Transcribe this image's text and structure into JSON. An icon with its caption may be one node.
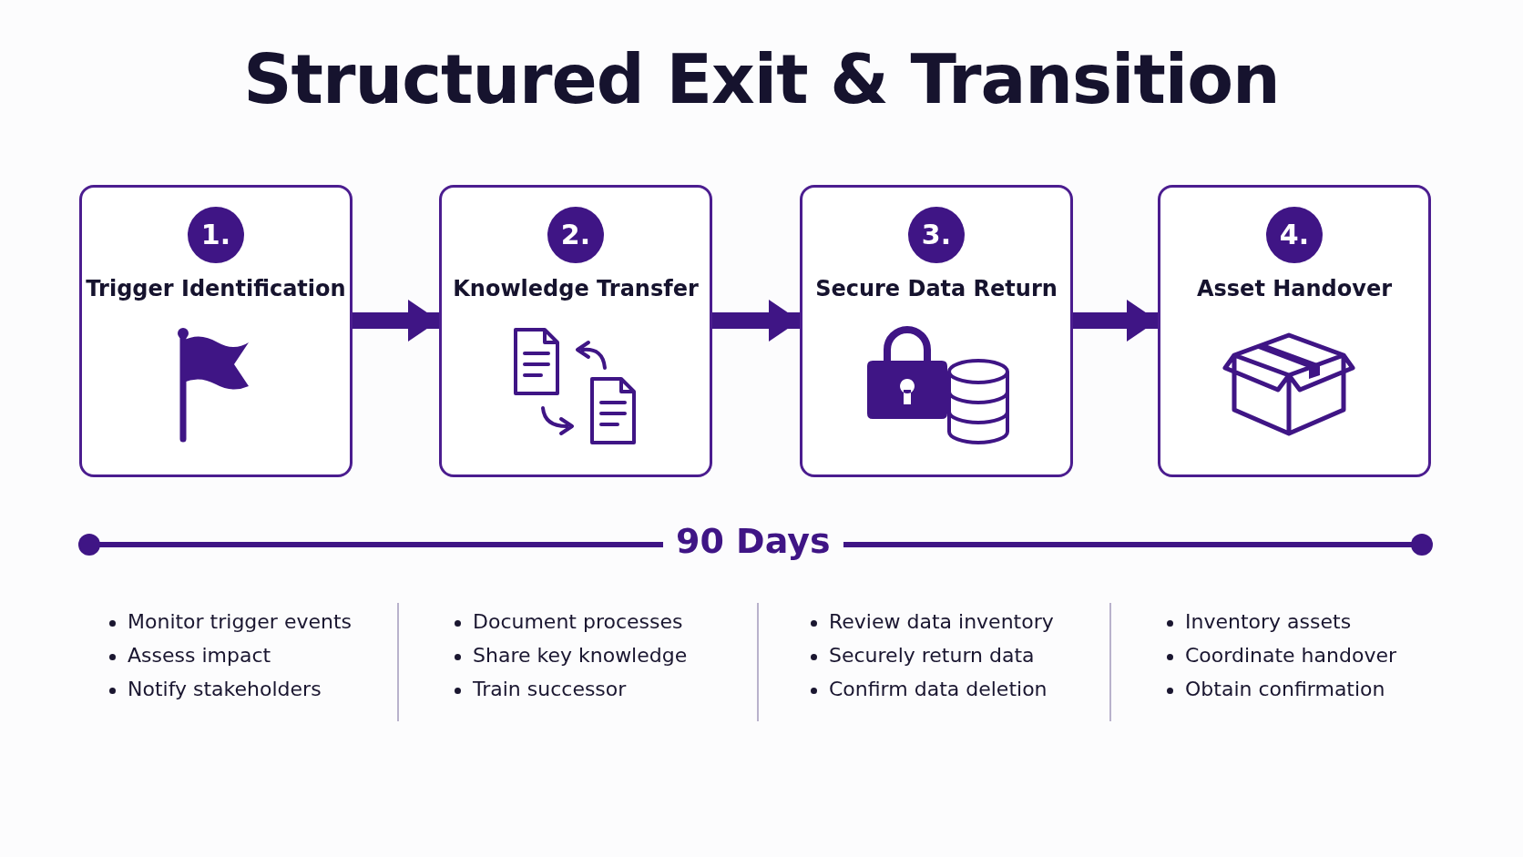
{
  "diagram": {
    "title": "Structured Exit & Transition",
    "nodes": [
      {
        "text": [
          "1.",
          "Trigger Identification"
        ]
      },
      {
        "text": [
          "2.",
          "Knowledge Transfer"
        ]
      },
      {
        "text": [
          "3.",
          "Secure Data Return"
        ]
      },
      {
        "text": [
          "4.",
          "Asset Handover"
        ]
      }
    ],
    "edges": [
      {
        "from": 0,
        "to": 1,
        "arrow": "to"
      },
      {
        "from": 1,
        "to": 2,
        "arrow": "to"
      },
      {
        "from": 2,
        "to": 3,
        "arrow": "to"
      }
    ],
    "labels": [
      "90 Days",
      "Monitor trigger events",
      "Assess impact",
      "Notify stakeholders",
      "Document processes",
      "Share key knowledge",
      "Train successor",
      "Review data inventory",
      "Securely return data",
      "Confirm data deletion",
      "Inventory assets",
      "Coordinate handover",
      "Obtain confirmation"
    ]
  }
}
